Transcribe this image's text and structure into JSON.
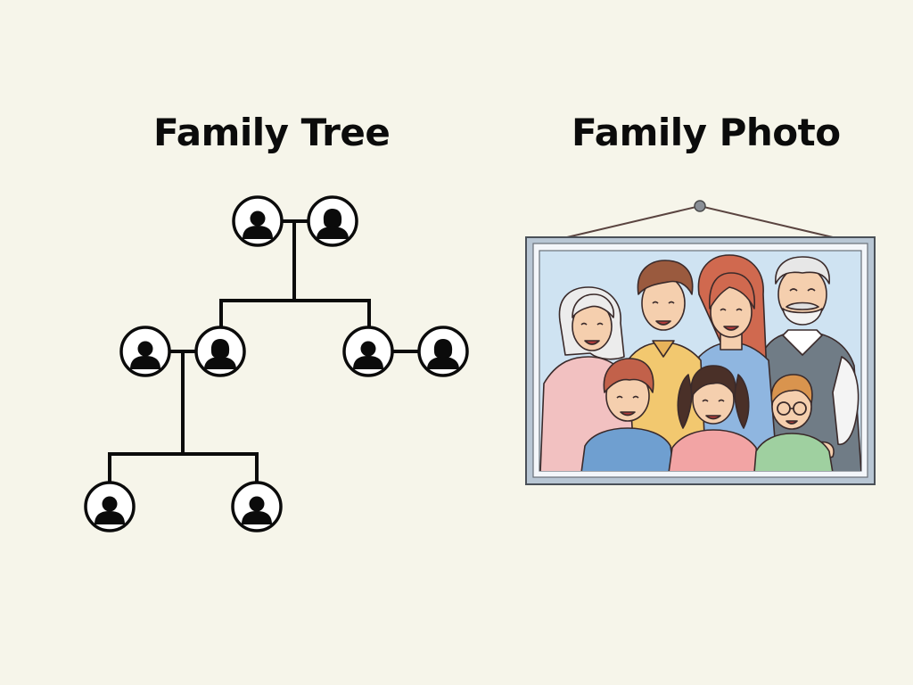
{
  "titles": {
    "tree": "Family Tree",
    "photo": "Family Photo"
  },
  "tree": {
    "members": [
      {
        "role": "grandfather",
        "gender": "male"
      },
      {
        "role": "grandmother",
        "gender": "female"
      },
      {
        "role": "father",
        "gender": "male"
      },
      {
        "role": "mother",
        "gender": "female"
      },
      {
        "role": "uncle",
        "gender": "male"
      },
      {
        "role": "aunt",
        "gender": "female"
      },
      {
        "role": "child-1",
        "gender": "male"
      },
      {
        "role": "child-2",
        "gender": "male"
      }
    ]
  },
  "photo": {
    "people": [
      "grandmother",
      "father",
      "mother",
      "grandfather",
      "boy",
      "girl",
      "younger-boy"
    ]
  },
  "colors": {
    "background": "#f6f5ea",
    "ink": "#0b0b0b",
    "frame": "#b8c6d4",
    "mat": "#f3f6fa",
    "photo_sky": "#cfe3f2"
  }
}
